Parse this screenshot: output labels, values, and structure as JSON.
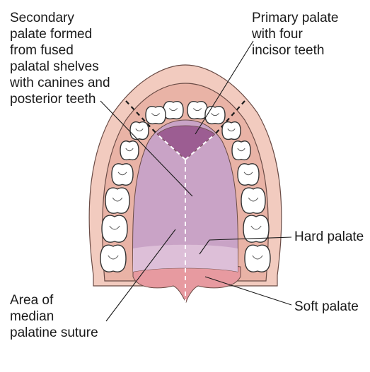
{
  "labels": {
    "secondary_palate": "Secondary\npalate formed\nfrom fused\npalatal shelves\nwith canines and\nposterior teeth",
    "primary_palate": "Primary palate\nwith four\nincisor teeth",
    "hard_palate": "Hard palate",
    "median_suture": "Area of\nmedian\npalatine suture",
    "soft_palate": "Soft palate"
  },
  "colors": {
    "gum": "#f2cbbf",
    "gum_inner": "#e9b3a6",
    "palate_light": "#c9a3c6",
    "palate_dark": "#a56c9d",
    "primary_palate": "#9c5d92",
    "soft_palate": "#ddbfd8",
    "soft_tissue_pink": "#e79aa0",
    "tooth": "#ffffff",
    "outline": "#333333"
  }
}
